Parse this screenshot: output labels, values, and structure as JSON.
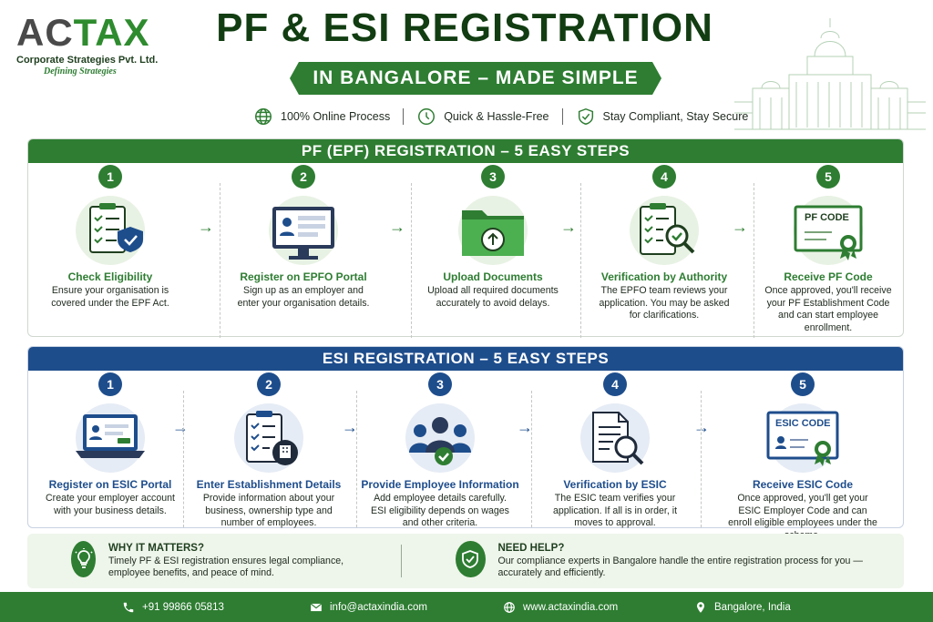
{
  "brand": {
    "logo_left": "AC",
    "logo_right": "TAX",
    "company": "Corporate Strategies Pvt. Ltd.",
    "tagline": "Defining Strategies"
  },
  "header": {
    "title": "PF & ESI REGISTRATION",
    "subtitle": "IN BANGALORE – MADE SIMPLE",
    "features": [
      {
        "icon": "globe-icon",
        "label": "100% Online Process"
      },
      {
        "icon": "clock-icon",
        "label": "Quick & Hassle-Free"
      },
      {
        "icon": "shield-check-icon",
        "label": "Stay Compliant, Stay Secure"
      }
    ]
  },
  "pf": {
    "heading": "PF (EPF)  REGISTRATION – 5 EASY STEPS",
    "steps": [
      {
        "num": "1",
        "icon": "checklist-shield-icon",
        "title": "Check Eligibility",
        "desc": "Ensure your organisation is covered under the EPF Act."
      },
      {
        "num": "2",
        "icon": "monitor-profile-icon",
        "title": "Register on EPFO Portal",
        "desc": "Sign up as an employer and enter your organisation details."
      },
      {
        "num": "3",
        "icon": "folder-upload-icon",
        "title": "Upload Documents",
        "desc": "Upload all required documents accurately to avoid delays."
      },
      {
        "num": "4",
        "icon": "clipboard-magnifier-icon",
        "title": "Verification by Authority",
        "desc": "The EPFO team reviews your application. You may be asked for clarifications."
      },
      {
        "num": "5",
        "icon": "certificate-icon",
        "title": "Receive PF Code",
        "desc": "Once approved, you'll receive your PF Establishment Code and can start employee enrollment.",
        "code_label": "PF CODE"
      }
    ]
  },
  "esi": {
    "heading": "ESI REGISTRATION – 5 EASY STEPS",
    "steps": [
      {
        "num": "1",
        "icon": "laptop-profile-icon",
        "title": "Register on ESIC Portal",
        "desc": "Create your employer account with your business details."
      },
      {
        "num": "2",
        "icon": "clipboard-building-icon",
        "title": "Enter Establishment Details",
        "desc": "Provide information about your business, ownership type and number of employees."
      },
      {
        "num": "3",
        "icon": "team-check-icon",
        "title": "Provide Employee Information",
        "desc": "Add employee details carefully. ESI eligibility depends on wages and other criteria."
      },
      {
        "num": "4",
        "icon": "document-magnifier-icon",
        "title": "Verification by ESIC",
        "desc": "The ESIC team verifies your application. If all is in order, it moves to approval."
      },
      {
        "num": "5",
        "icon": "certificate-icon",
        "title": "Receive ESIC Code",
        "desc": "Once approved, you'll get your ESIC Employer Code and can enroll eligible employees under the scheme.",
        "code_label": "ESIC CODE"
      }
    ]
  },
  "info": {
    "why_title": "WHY IT MATTERS?",
    "why_text": "Timely PF & ESI registration ensures legal compliance, employee benefits, and peace of mind.",
    "help_title": "NEED HELP?",
    "help_text": "Our compliance experts in Bangalore handle the entire registration process for you — accurately and efficiently."
  },
  "footer": {
    "phone": "+91 99866 05813",
    "email": "info@actaxindia.com",
    "website": "www.actaxindia.com",
    "location": "Bangalore, India"
  },
  "colors": {
    "green": "#2e7d32",
    "blue": "#1e4d8c",
    "dark_green": "#123d12"
  }
}
